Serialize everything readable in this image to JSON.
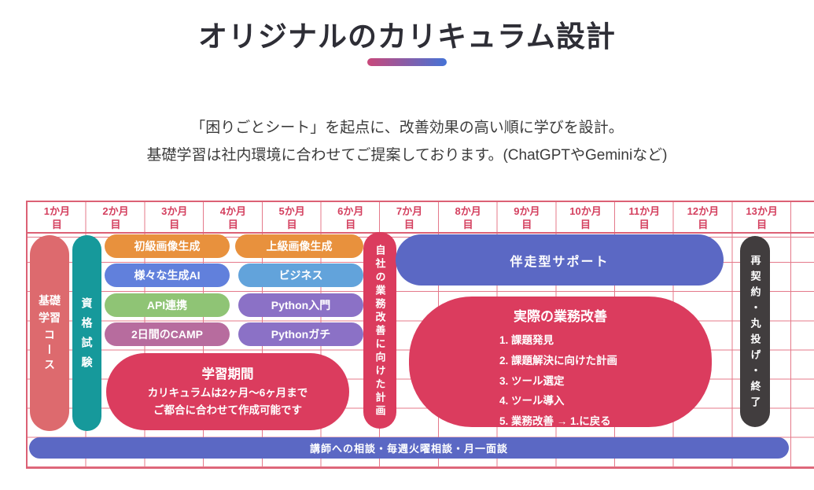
{
  "header": {
    "title": "オリジナルのカリキュラム設計",
    "subtitle_line1": "「困りごとシート」を起点に、改善効果の高い順に学びを設計。",
    "subtitle_line2": "基礎学習は社内環境に合わせてご提案しております。(ChatGPTやGeminiなど)"
  },
  "timeline": {
    "months": [
      "1か月\n目",
      "2か月\n目",
      "3か月\n目",
      "4か月\n目",
      "5か月\n目",
      "6か月\n目",
      "7か月\n目",
      "8か月\n目",
      "9か月\n目",
      "10か月\n目",
      "11か月\n目",
      "12か月\n目",
      "13か月\n目"
    ]
  },
  "tracks": {
    "basic_course": {
      "label": "基礎学習コース",
      "head": "基礎学習",
      "tail": "コース",
      "color": "#DD6A6E"
    },
    "certification": {
      "label": "資格試験",
      "color": "#16999B"
    },
    "own_business_plan": {
      "label": "自社の業務改善に向けた計画",
      "color": "#DB3C5E"
    },
    "recontract": {
      "label": "再契約・丸投げ・終了",
      "color": "#413D3E"
    }
  },
  "courses": [
    {
      "label": "初級画像生成",
      "color": "#E8913D"
    },
    {
      "label": "上級画像生成",
      "color": "#E8913D"
    },
    {
      "label": "様々な生成AI",
      "color": "#6180DC"
    },
    {
      "label": "ビジネス",
      "color": "#62A3DB"
    },
    {
      "label": "API連携",
      "color": "#8FC475"
    },
    {
      "label": "Python入門",
      "color": "#8B71C6"
    },
    {
      "label": "2日間のCAMP",
      "color": "#B76C9E"
    },
    {
      "label": "Pythonガチ",
      "color": "#8B71C6"
    }
  ],
  "support_bar": {
    "label": "伴走型サポート",
    "color": "#5B68C4"
  },
  "learning_period": {
    "title": "学習期間",
    "line1": "カリキュラムは2ヶ月〜6ヶ月まで",
    "line2": "ご都合に合わせて作成可能です"
  },
  "business_improvement": {
    "title": "実際の業務改善",
    "items": [
      "1. 課題発見",
      "2. 課題解決に向けた計画",
      "3. ツール選定",
      "4. ツール導入",
      "5. 業務改善 → 1.に戻る"
    ]
  },
  "consultation_bar": {
    "label": "講師への相談・毎週火曜相談・月一面談",
    "color": "#5B68C4"
  },
  "accent": {
    "grid_line": "#E4798A",
    "grid_border": "#DC6175",
    "month_text": "#D4405F",
    "divider_gradient_start": "#C9487A",
    "divider_gradient_end": "#4573D6",
    "red": "#DB3C5E"
  }
}
